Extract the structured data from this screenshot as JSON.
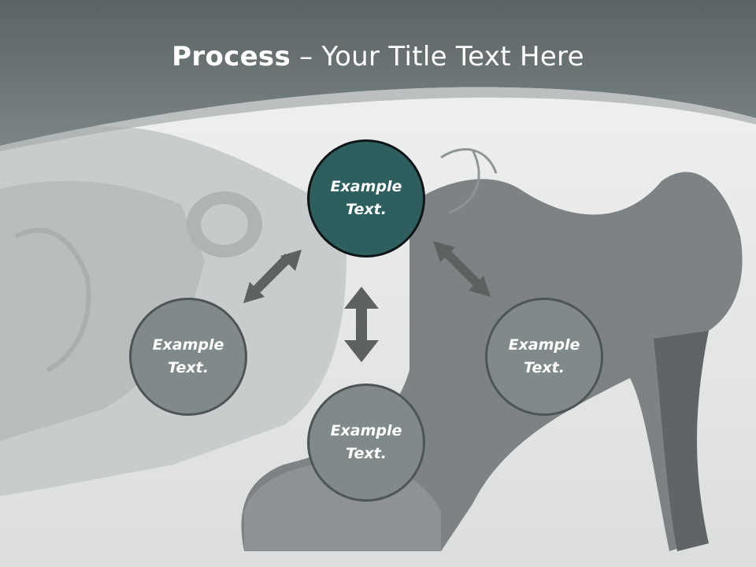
{
  "slide": {
    "title_bold": "Process",
    "title_rest": " – Your Title Text Here"
  },
  "nodes": [
    {
      "id": "top",
      "label": "Example Text.",
      "color": "#2e5e5e"
    },
    {
      "id": "left",
      "label": "Example Text.",
      "color": "#808a8a"
    },
    {
      "id": "right",
      "label": "Example Text.",
      "color": "#808a8a"
    },
    {
      "id": "bottom",
      "label": "Example Text.",
      "color": "#808a8a"
    }
  ],
  "colors": {
    "header_band": "#6b7475",
    "arrow": "#5e6162",
    "background": "#e9eaea"
  },
  "background_image": "monochrome-high-heel-shoes-photo"
}
